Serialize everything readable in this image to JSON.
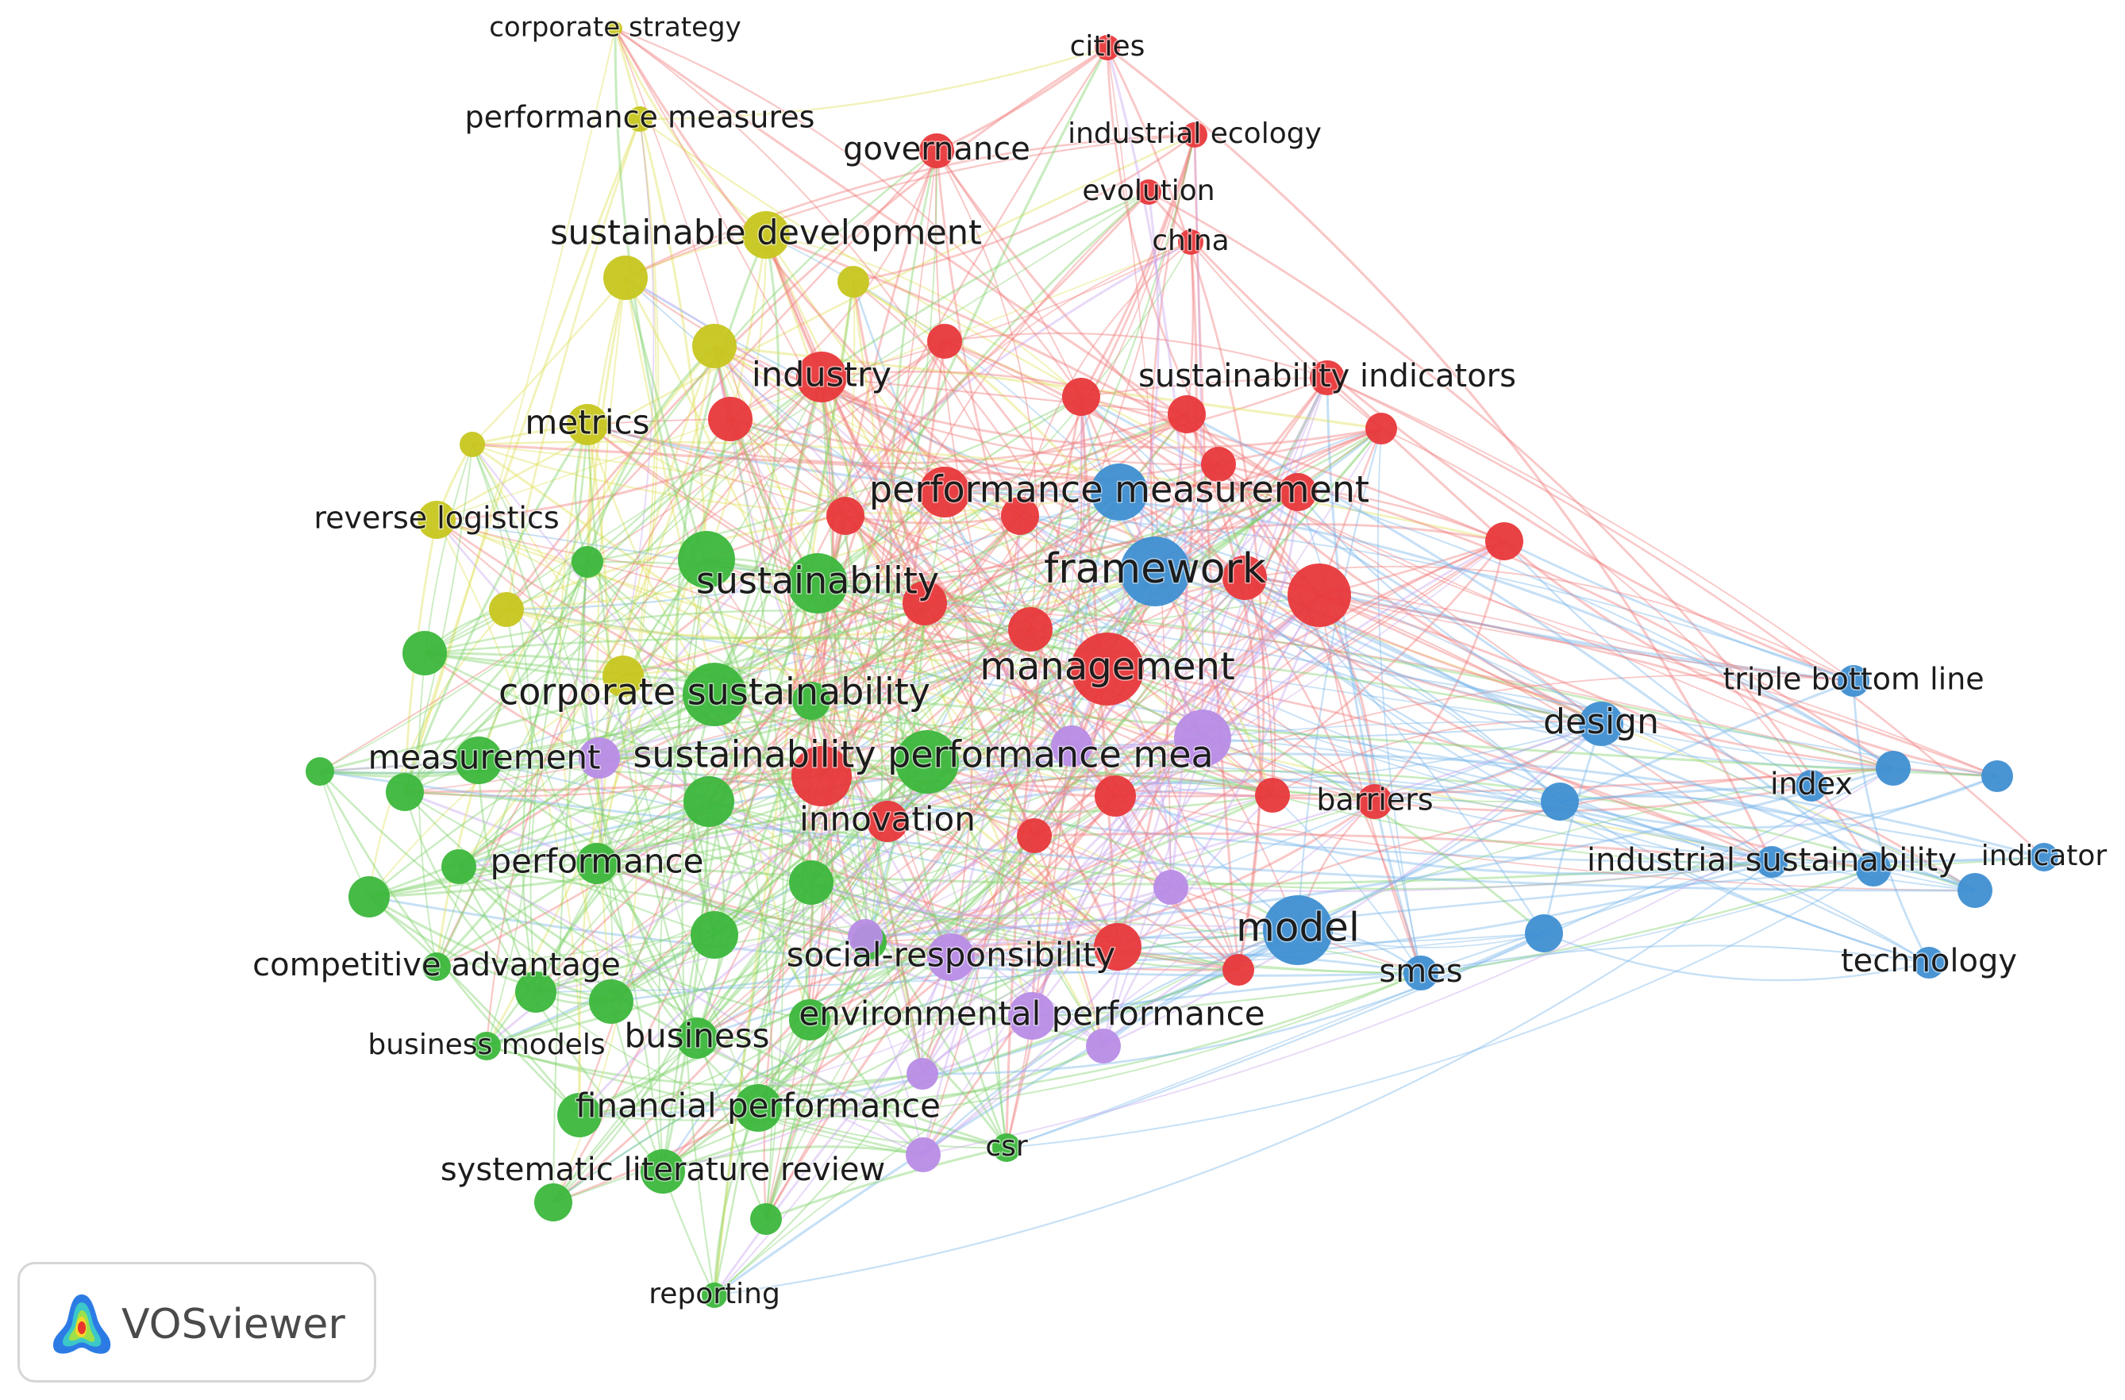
{
  "clusters": {
    "red": "#e8383b",
    "green": "#3cb73c",
    "blue": "#3f8fd2",
    "yellow": "#c7c61f",
    "purple": "#b88ce6"
  },
  "link_colors": {
    "red": "#f07a7a",
    "green": "#7fd16a",
    "blue": "#78b4ea",
    "yellow": "#e0df5a",
    "purple": "#c8a4ef"
  },
  "keywords": [
    "corporate strategy",
    "performance measures",
    "sustainable development",
    "metrics",
    "reverse logistics",
    "cities",
    "industrial ecology",
    "governance",
    "evolution",
    "china",
    "industry",
    "sustainability indicators",
    "performance measurement",
    "framework",
    "sustainability",
    "management",
    "corporate sustainability",
    "sustainability performance mea",
    "measurement",
    "innovation",
    "barriers",
    "performance",
    "design",
    "triple bottom line",
    "index",
    "industrial sustainability",
    "indicator",
    "model",
    "smes",
    "technology",
    "competitive advantage",
    "social-responsibility",
    "environmental performance",
    "business",
    "business models",
    "financial performance",
    "csr",
    "systematic literature review",
    "reporting"
  ],
  "brand": {
    "label": "VOSviewer",
    "icon": "vosviewer-density-icon"
  }
}
